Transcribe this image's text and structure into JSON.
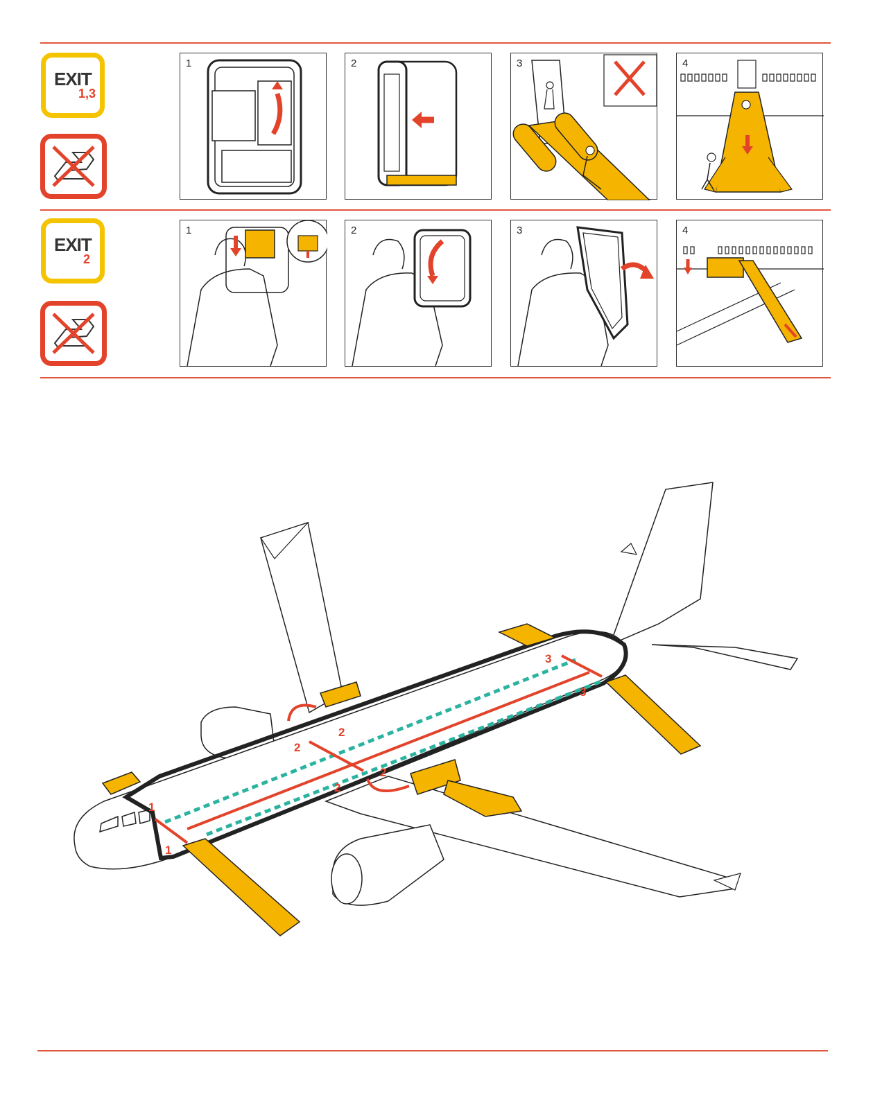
{
  "colors": {
    "accent_red": "#e2432a",
    "slide_yellow": "#f5b400",
    "badge_yellow": "#f5c400",
    "route_teal": "#2bb3a0",
    "line_dark": "#222222"
  },
  "rows": [
    {
      "exit_word": "EXIT",
      "exit_numbers": "1,3",
      "no_door_icon": "crossed-out-door-icon",
      "steps": [
        "1",
        "2",
        "3",
        "4"
      ]
    },
    {
      "exit_word": "EXIT",
      "exit_numbers": "2",
      "no_door_icon": "crossed-out-door-icon",
      "steps": [
        "1",
        "2",
        "3",
        "4"
      ]
    }
  ],
  "aircraft": {
    "exit_labels": [
      "1",
      "1",
      "2",
      "2",
      "2",
      "2",
      "3",
      "3"
    ]
  }
}
